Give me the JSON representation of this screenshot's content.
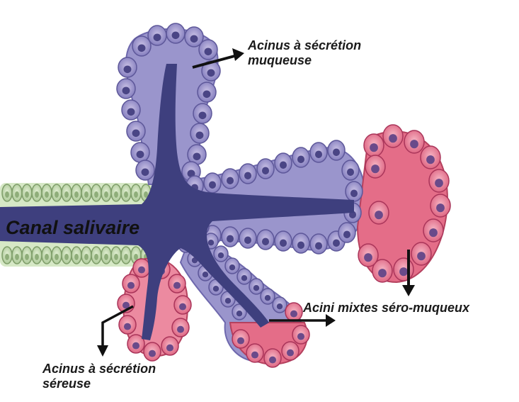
{
  "labels": {
    "acinus_muqueux_line1": "Acinus à sécrétion",
    "acinus_muqueux_line2": "muqueuse",
    "acini_mixtes": "Acini mixtes séro-muqueux",
    "acinus_sereux_line1": "Acinus à sécrétion",
    "acinus_sereux_line2": "séreuse",
    "canal": "Canal salivaire"
  },
  "colors": {
    "duct_lumen": "#3e3f7e",
    "mucous_cells": "#8c89c4",
    "serous_cells": "#e2708a",
    "duct_epithelium": "#b9d3a4",
    "arrow": "#111111"
  }
}
